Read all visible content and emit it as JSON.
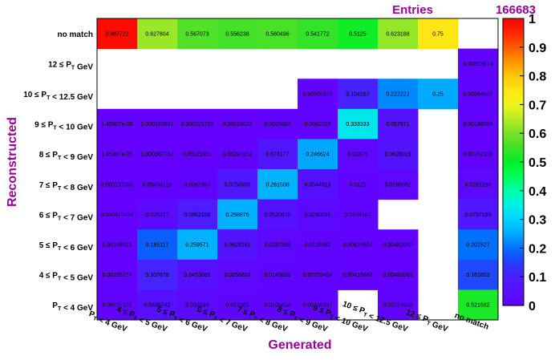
{
  "header": {
    "entries_label": "Entries",
    "entries_value": "166683"
  },
  "colors": {
    "axis_title": "#990099",
    "text": "#000000",
    "background": "#ffffff"
  },
  "chart_data": {
    "type": "heatmap",
    "title": "",
    "xlabel": "Generated",
    "ylabel": "Reconstructed",
    "x_categories": [
      "P_T < 4 GeV",
      "4 ≤ P_T < 5 GeV",
      "5 ≤ P_T < 6 GeV",
      "6 ≤ P_T < 7 GeV",
      "7 ≤ P_T < 8 GeV",
      "8 ≤ P_T < 9 GeV",
      "9 ≤ P_T < 10 GeV",
      "10 ≤ P_T < 12.5 GeV",
      "12 ≤ P_T GeV",
      "no match"
    ],
    "y_categories": [
      "no match",
      "12 ≤ P_T GeV",
      "10 ≤ P_T < 12.5 GeV",
      "9 ≤ P_T < 10 GeV",
      "8 ≤ P_T < 9 GeV",
      "7 ≤ P_T < 8 GeV",
      "6 ≤ P_T < 7 GeV",
      "5 ≤ P_T < 6 GeV",
      "4 ≤ P_T < 5 GeV",
      "P_T < 4 GeV"
    ],
    "values": [
      [
        "0.987722",
        "0.627804",
        "0.567073",
        "0.556238",
        "0.560496",
        "0.541772",
        "0.5125",
        "0.623188",
        "0.75",
        null
      ],
      [
        null,
        null,
        null,
        null,
        null,
        null,
        null,
        null,
        null,
        "0.00923674"
      ],
      [
        null,
        null,
        null,
        null,
        null,
        "0.00505329",
        "0.104167",
        "0.222222",
        "0.25",
        "0.00964697"
      ],
      [
        "1.45907e-05",
        "0.000183891",
        "0.000221729",
        "0.00018622",
        "0.0025882",
        "0.0062025",
        "0.333333",
        "0.057971",
        null,
        "0.00189394"
      ],
      [
        "1.45907e-05",
        "0.000367782",
        "0.00121951",
        "0.00297952",
        "0.074177",
        "0.246624",
        "0.01875",
        "0.0628019",
        null,
        "0.00762338"
      ],
      [
        "0.000137395",
        "0.00459726",
        "0.0067997",
        "0.0758935",
        "0.261508",
        "0.0544613",
        "0.0125",
        "0.0189082",
        null,
        "0.0261286"
      ],
      [
        "0.000415834",
        "0.025377",
        "0.0862158",
        "0.258876",
        "0.0520678",
        "0.0280591",
        "0.0104167",
        null,
        null,
        "0.0757169"
      ],
      [
        "0.00168913",
        "0.185117",
        "0.259571",
        "0.0628181",
        "0.0237566",
        "0.0126582",
        "0.00416667",
        "0.00483092",
        null,
        "0.201527"
      ],
      [
        "0.00235274",
        "0.107678",
        "0.0453066",
        "0.0256828",
        "0.0148839",
        "0.00759494",
        "0.00416667",
        "0.00483092",
        null,
        "0.161853"
      ],
      [
        "0.00737375",
        "0.0486742",
        "0.033398",
        "0.017385",
        "0.0105458",
        "0.00738397",
        null,
        "0.00724638",
        null,
        "0.521682"
      ]
    ],
    "zlim": [
      0,
      1
    ],
    "z_ticks": [
      "0",
      "0.1",
      "0.2",
      "0.3",
      "0.4",
      "0.5",
      "0.6",
      "0.7",
      "0.8",
      "0.9",
      "1"
    ]
  }
}
